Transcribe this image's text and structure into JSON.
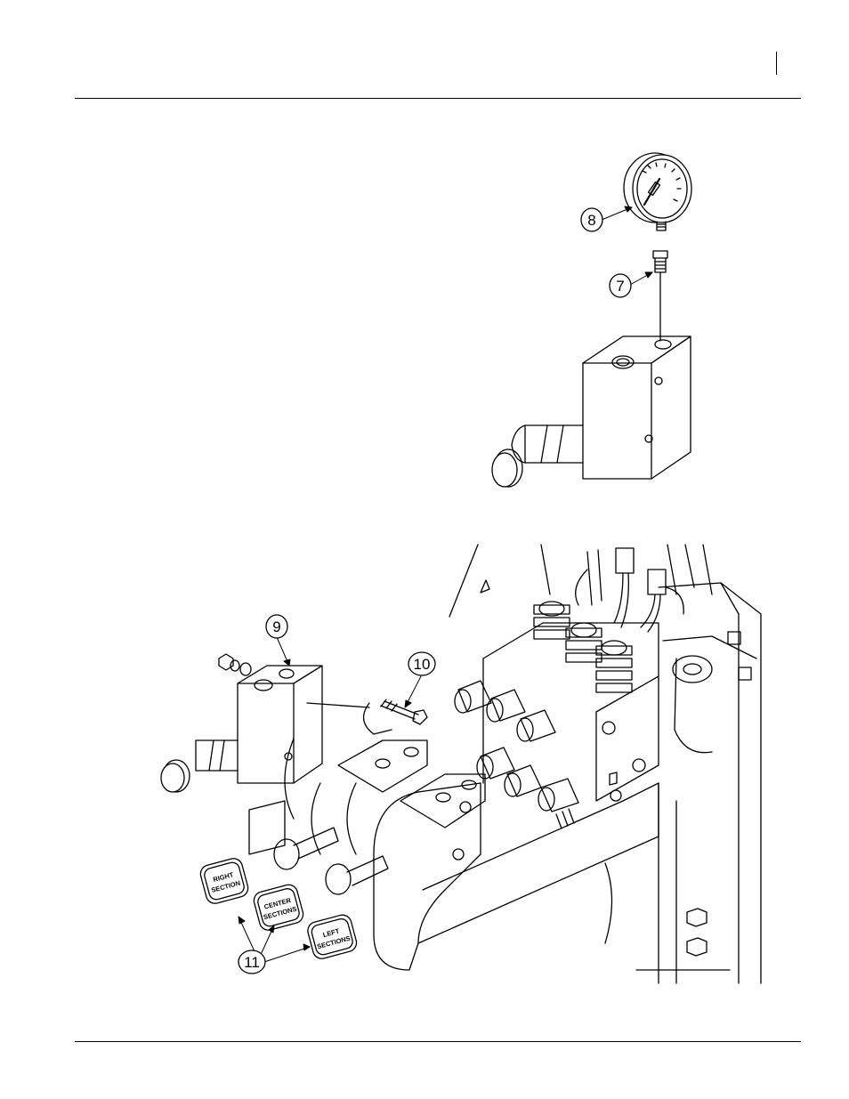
{
  "callouts": {
    "c7": "7",
    "c8": "8",
    "c9": "9",
    "c10": "10",
    "c11": "11"
  },
  "decals": {
    "right": {
      "line1": "RIGHT",
      "line2": "SECTION"
    },
    "center": {
      "line1": "CENTER",
      "line2": "SECTIONS"
    },
    "left": {
      "line1": "LEFT",
      "line2": "SECTIONS"
    }
  }
}
